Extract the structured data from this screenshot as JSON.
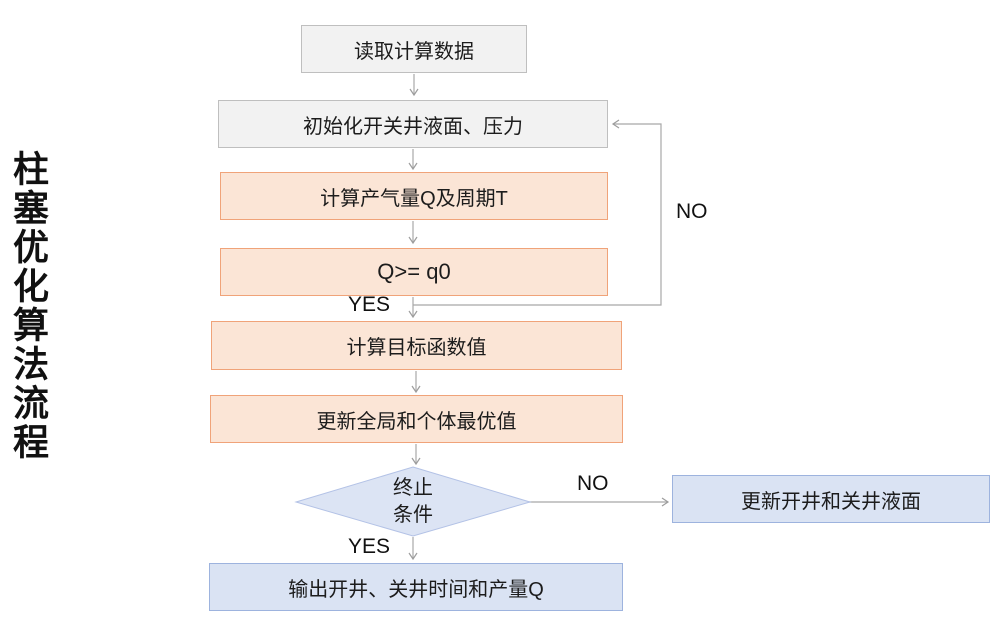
{
  "diagram_title": "柱塞优化算法流程",
  "nodes": {
    "read_data": {
      "label": "读取计算数据",
      "type": "process",
      "color": "gray"
    },
    "init_levels": {
      "label": "初始化开关井液面、压力",
      "type": "process",
      "color": "gray"
    },
    "calc_q": {
      "label": "计算产气量Q及周期T",
      "type": "process",
      "color": "orange"
    },
    "q_check": {
      "label": "Q>= q0",
      "type": "decision",
      "color": "orange"
    },
    "objective": {
      "label": "计算目标函数值",
      "type": "process",
      "color": "orange"
    },
    "update_best": {
      "label": "更新全局和个体最优值",
      "type": "process",
      "color": "orange"
    },
    "terminate": {
      "label": "终止条件",
      "line1": "终止",
      "line2": "条件",
      "type": "decision",
      "color": "blue"
    },
    "update_levels": {
      "label": "更新开井和关井液面",
      "type": "process",
      "color": "blue"
    },
    "output": {
      "label": "输出开井、关井时间和产量Q",
      "type": "process",
      "color": "blue"
    }
  },
  "branch_labels": {
    "q_yes": "YES",
    "q_no": "NO",
    "term_yes": "YES",
    "term_no": "NO"
  },
  "edges": [
    {
      "from": "read_data",
      "to": "init_levels",
      "label": ""
    },
    {
      "from": "init_levels",
      "to": "calc_q",
      "label": ""
    },
    {
      "from": "calc_q",
      "to": "q_check",
      "label": ""
    },
    {
      "from": "q_check",
      "to": "objective",
      "label": "YES"
    },
    {
      "from": "q_check",
      "to": "init_levels",
      "label": "NO"
    },
    {
      "from": "objective",
      "to": "update_best",
      "label": ""
    },
    {
      "from": "update_best",
      "to": "terminate",
      "label": ""
    },
    {
      "from": "terminate",
      "to": "output",
      "label": "YES"
    },
    {
      "from": "terminate",
      "to": "update_levels",
      "label": "NO"
    }
  ],
  "colors": {
    "gray_fill": "#f2f2f2",
    "gray_border": "#bfbfbf",
    "orange_fill": "#fbe5d6",
    "orange_border": "#f0a379",
    "blue_fill": "#dae3f3",
    "blue_border": "#9db3de",
    "diamond_fill": "#dce4f4",
    "diamond_border": "#b3c2e6",
    "connector": "#a6a6a6",
    "text": "#1a1a1a"
  }
}
